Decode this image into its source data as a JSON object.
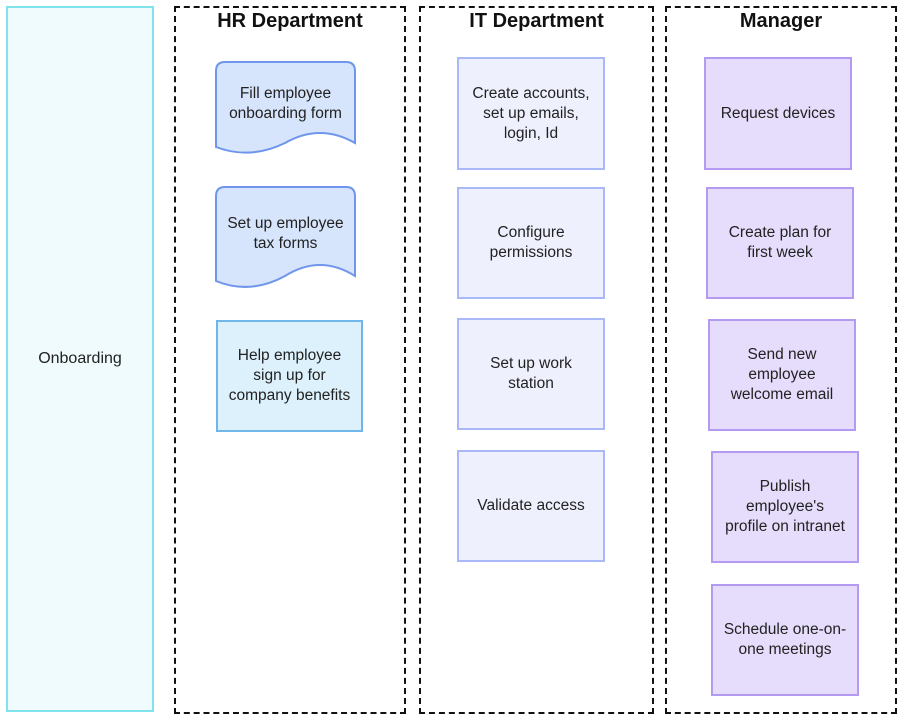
{
  "phase": {
    "label": "Onboarding"
  },
  "lanes": {
    "hr": {
      "title": "HR Department",
      "nodes": [
        "Fill employee onboarding form",
        "Set up employee tax forms",
        "Help employee sign up for company benefits"
      ]
    },
    "it": {
      "title": "IT Department",
      "nodes": [
        "Create accounts, set up emails, login, Id",
        "Configure permissions",
        "Set up work station",
        "Validate access"
      ]
    },
    "manager": {
      "title": "Manager",
      "nodes": [
        "Request devices",
        "Create plan for first week",
        "Send new employee welcome email",
        "Publish employee's profile on intranet",
        "Schedule one-on-one meetings"
      ]
    }
  },
  "colors": {
    "phase_fill": "#effbfc",
    "phase_border": "#7fe3ee",
    "hr_doc_fill": "#d6e5fb",
    "hr_doc_border": "#6f95ec",
    "hr_rect_fill": "#dcf1fb",
    "hr_rect_border": "#6fb7ea",
    "it_fill": "#eef0fd",
    "it_border": "#a9b8f6",
    "manager_fill": "#e6dcfb",
    "manager_border": "#b59af1"
  }
}
